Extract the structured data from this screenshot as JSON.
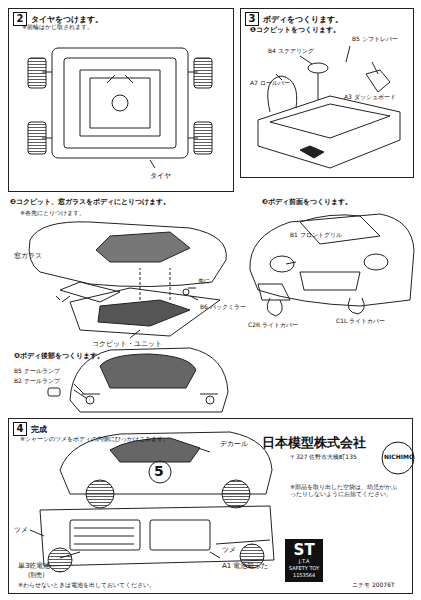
{
  "diagram": {
    "nodes": [
      {
        "text": [
          "2",
          "タイヤをつけます。"
        ]
      },
      {
        "text": [
          "3",
          "ボディをつくります。"
        ]
      },
      {
        "text": [
          "4",
          "完成"
        ]
      },
      {
        "text": [
          "ST",
          "J.T.A",
          "SAFETY TOY",
          "1153564"
        ],
        "in": 2
      }
    ],
    "edges": [],
    "labels": [
      "※前輪はかじ取されます。",
      "タイヤ",
      "❶コクピットをつくります。",
      "B5 シフトレバー",
      "B4 ステアリング",
      "A3 ダッシュボード",
      "A7 ロールバー",
      "❷コクピット、窓ガラスをボディにとりつけます。",
      "※各先にとりつけます。",
      "窓ガラス",
      "先に",
      "B6 バックミラー",
      "コクピット・ユニット",
      "❸ボディ前面をつくります。",
      "B1 フロントグリル",
      "C2R ライトカバー",
      "C1L ライトカバー",
      "❹ボディ後部をつくります。",
      "B5 テールランプ",
      "B2 テールランプ",
      "※シャーシのツメをボディの内側にひっかけこみます。",
      "デカール",
      "ツメ",
      "ツメ",
      "単3乾電池",
      "(別売)",
      "A1 電池箱ふた",
      "※わらせないときは電池を出しておいてください。",
      "日本模型株式会社",
      "〒327 佐野市大橋町135",
      "NICHIMO",
      "※部品を取り出した空袋は、幼児がかぶったりしないようにお捨てください。",
      "ニチモ 20076T",
      "5"
    ]
  }
}
